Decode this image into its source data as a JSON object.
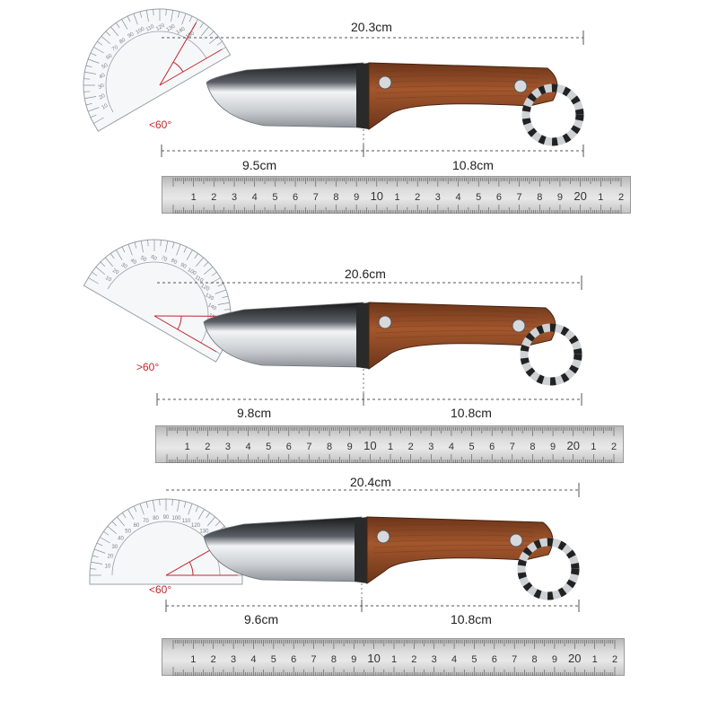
{
  "colors": {
    "dimension_line": "#555555",
    "handle_wood": "#a4572d",
    "handle_dark": "#6b351a",
    "blade": "#c8ccd0",
    "angle_mark": "#c0282d",
    "ruler_metal": "#d0d0d0"
  },
  "knives": [
    {
      "total_length": "20.3cm",
      "blade_length": "9.5cm",
      "handle_length": "10.8cm",
      "angle": "<60°"
    },
    {
      "total_length": "20.6cm",
      "blade_length": "9.8cm",
      "handle_length": "10.8cm",
      "angle": ">60°"
    },
    {
      "total_length": "20.4cm",
      "blade_length": "9.6cm",
      "handle_length": "10.8cm",
      "angle": "<60°"
    }
  ],
  "ruler_labels": [
    "1",
    "2",
    "3",
    "4",
    "5",
    "6",
    "7",
    "8",
    "9",
    "10",
    "1",
    "2",
    "3",
    "4",
    "5",
    "6",
    "7",
    "8",
    "9",
    "20",
    "1",
    "2"
  ],
  "protractor_labels": [
    "10",
    "20",
    "30",
    "40",
    "50",
    "60",
    "70",
    "80",
    "90",
    "100",
    "110",
    "120",
    "130",
    "140",
    "150"
  ]
}
